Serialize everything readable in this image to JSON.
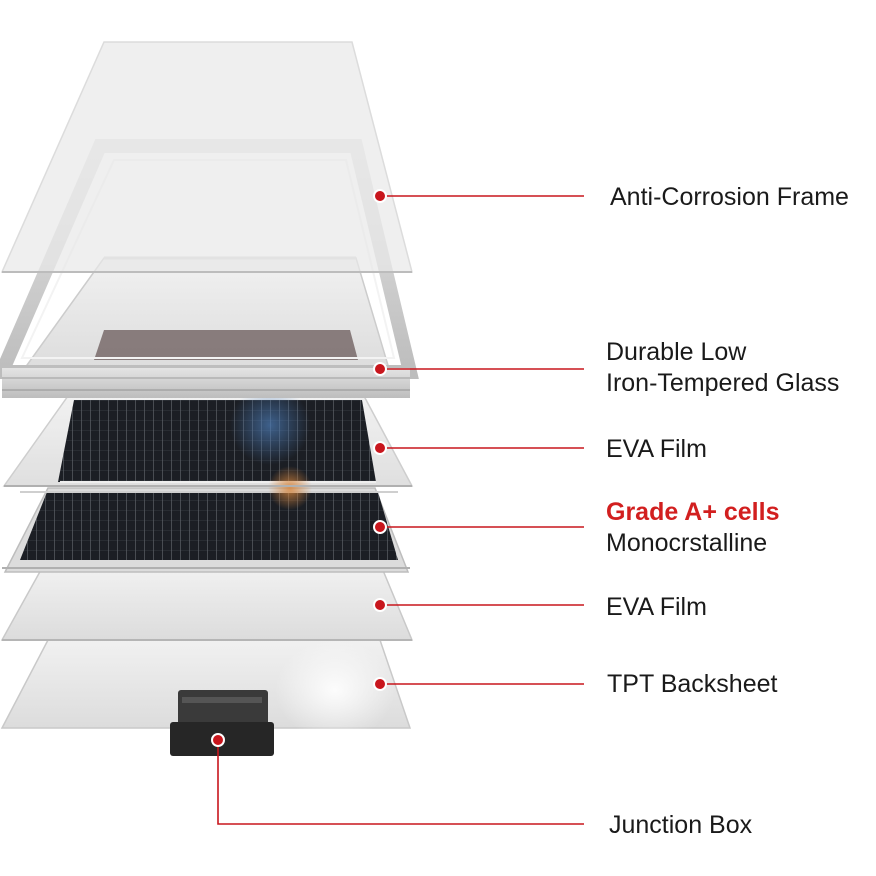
{
  "colors": {
    "leader": "#c8161d",
    "glass": "#e6e6e6",
    "glass_edge": "#c9c9c9",
    "frame": "#d7d7d7",
    "cell": "#1b1e24",
    "junction_box": "#2a2a2a",
    "accent_text": "#d21f1f"
  },
  "layers": [
    {
      "id": "frame",
      "label_lines": [
        "Anti-Corrosion Frame"
      ]
    },
    {
      "id": "glass",
      "label_lines": [
        "Durable Low",
        "Iron-Tempered Glass"
      ]
    },
    {
      "id": "eva-top",
      "label_lines": [
        "EVA Film"
      ]
    },
    {
      "id": "cells",
      "label_accent": "Grade A+ cells",
      "label_lines": [
        "Monocrstalline"
      ]
    },
    {
      "id": "eva-bottom",
      "label_lines": [
        "EVA Film"
      ]
    },
    {
      "id": "backsheet",
      "label_lines": [
        "TPT Backsheet"
      ]
    },
    {
      "id": "junction-box",
      "label_lines": [
        "Junction Box"
      ]
    }
  ]
}
